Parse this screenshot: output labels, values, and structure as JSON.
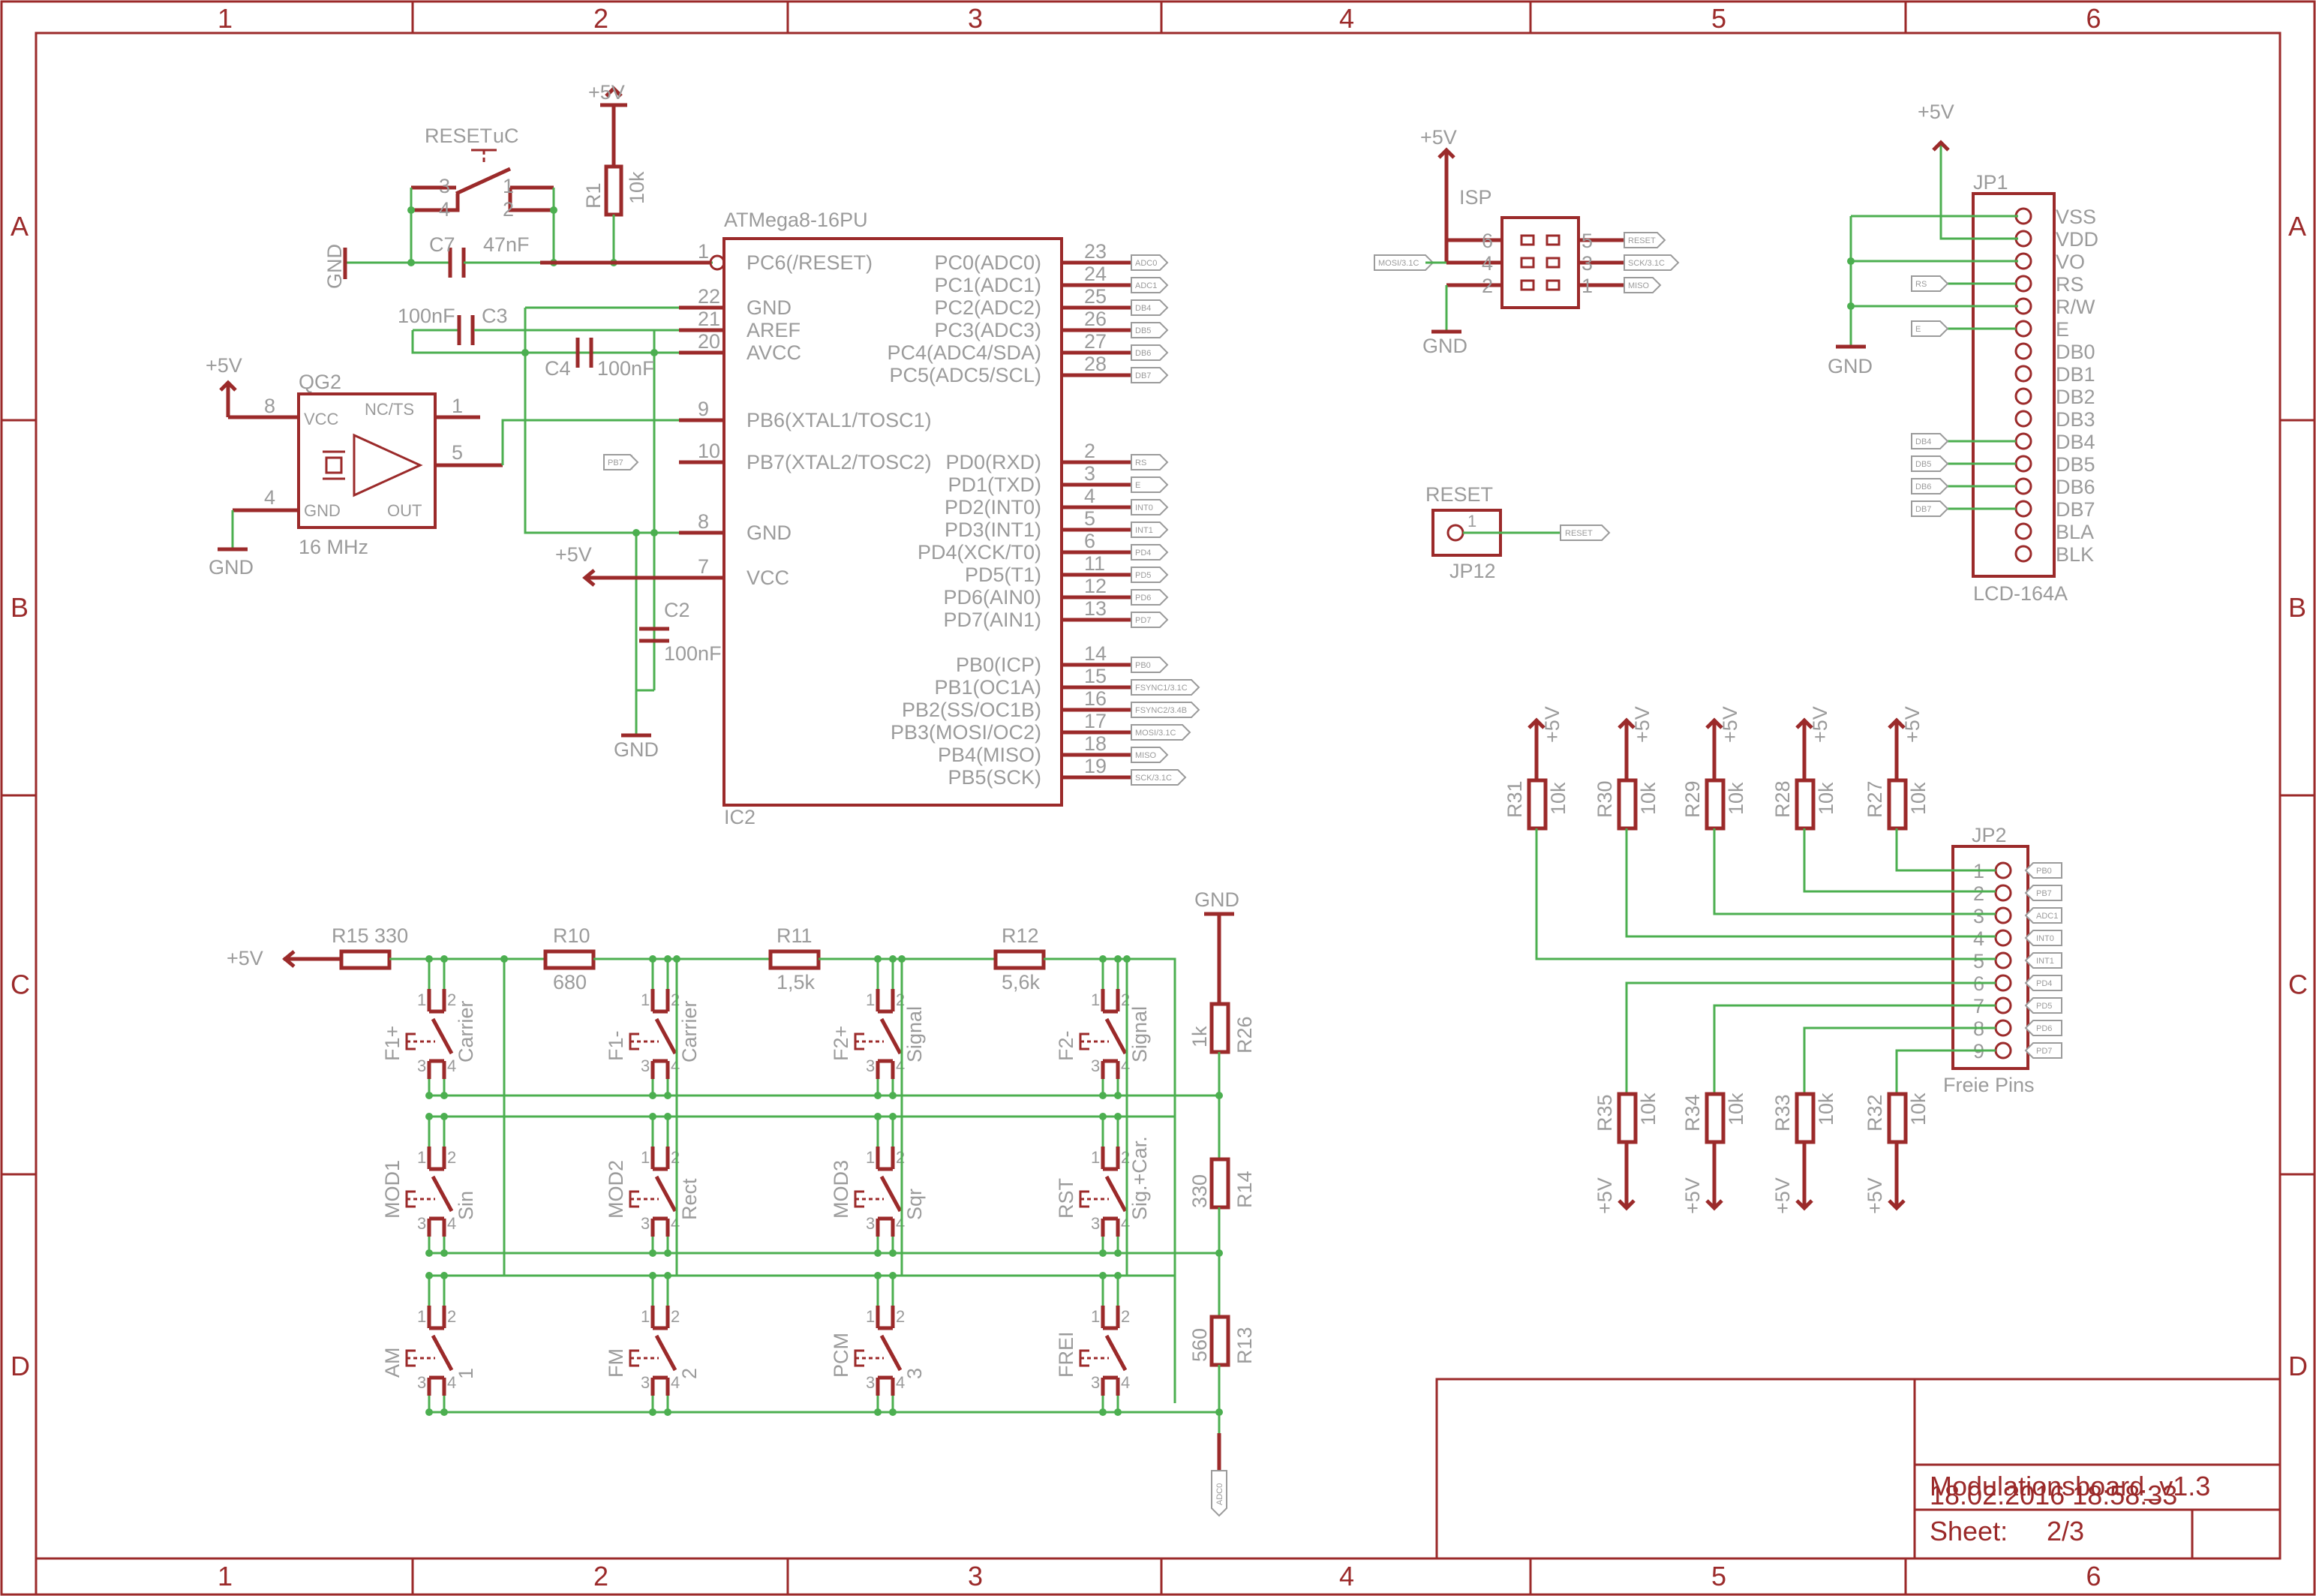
{
  "frame": {
    "columns": [
      "1",
      "2",
      "3",
      "4",
      "5",
      "6"
    ],
    "rows": [
      "A",
      "B",
      "C",
      "D"
    ]
  },
  "title_block": {
    "title": "Modulationsboard_v1.3",
    "date": "18.02.2016 18:58:33",
    "sheet_label": "Sheet:",
    "sheet_value": "2/3"
  },
  "mcu": {
    "name": "ATMega8-16PU",
    "ref": "IC2",
    "left_pins": [
      {
        "num": "1",
        "name": "PC6(/RESET)"
      },
      {
        "num": "22",
        "name": "GND"
      },
      {
        "num": "21",
        "name": "AREF"
      },
      {
        "num": "20",
        "name": "AVCC"
      },
      {
        "num": "9",
        "name": "PB6(XTAL1/TOSC1)"
      },
      {
        "num": "10",
        "name": "PB7(XTAL2/TOSC2)"
      },
      {
        "num": "8",
        "name": "GND"
      },
      {
        "num": "7",
        "name": "VCC"
      }
    ],
    "right_pins": [
      {
        "num": "23",
        "name": "PC0(ADC0)",
        "net": "ADC0"
      },
      {
        "num": "24",
        "name": "PC1(ADC1)",
        "net": "ADC1"
      },
      {
        "num": "25",
        "name": "PC2(ADC2)",
        "net": "DB4"
      },
      {
        "num": "26",
        "name": "PC3(ADC3)",
        "net": "DB5"
      },
      {
        "num": "27",
        "name": "PC4(ADC4/SDA)",
        "net": "DB6"
      },
      {
        "num": "28",
        "name": "PC5(ADC5/SCL)",
        "net": "DB7"
      },
      {
        "num": "2",
        "name": "PD0(RXD)",
        "net": "RS"
      },
      {
        "num": "3",
        "name": "PD1(TXD)",
        "net": "E"
      },
      {
        "num": "4",
        "name": "PD2(INT0)",
        "net": "INT0"
      },
      {
        "num": "5",
        "name": "PD3(INT1)",
        "net": "INT1"
      },
      {
        "num": "6",
        "name": "PD4(XCK/T0)",
        "net": "PD4"
      },
      {
        "num": "11",
        "name": "PD5(T1)",
        "net": "PD5"
      },
      {
        "num": "12",
        "name": "PD6(AIN0)",
        "net": "PD6"
      },
      {
        "num": "13",
        "name": "PD7(AIN1)",
        "net": "PD7"
      },
      {
        "num": "14",
        "name": "PB0(ICP)",
        "net": "PB0"
      },
      {
        "num": "15",
        "name": "PB1(OC1A)",
        "net": "FSYNC1/3.1C"
      },
      {
        "num": "16",
        "name": "PB2(SS/OC1B)",
        "net": "FSYNC2/3.4B"
      },
      {
        "num": "17",
        "name": "PB3(MOSI/OC2)",
        "net": "MOSI/3.1C"
      },
      {
        "num": "18",
        "name": "PB4(MISO)",
        "net": "MISO"
      },
      {
        "num": "19",
        "name": "PB5(SCK)",
        "net": "SCK/3.1C"
      }
    ],
    "pb7_net": "PB7"
  },
  "power": {
    "vcc": "+5V",
    "gnd": "GND"
  },
  "reset_circuit": {
    "switch_name": "RESET",
    "switch_tag": "uC",
    "switch_pins": [
      "3",
      "4",
      "1",
      "2"
    ],
    "r1_name": "R1",
    "r1_value": "10k",
    "c7_name": "C7",
    "c7_value": "47nF"
  },
  "caps": {
    "c3_name": "C3",
    "c3_value": "100nF",
    "c4_name": "C4",
    "c4_value": "100nF",
    "c2_name": "C2",
    "c2_value": "100nF"
  },
  "oscillator": {
    "name": "QG2",
    "freq": "16 MHz",
    "pin_vcc": "VCC",
    "pin_gnd": "GND",
    "pin_nc": "NC/TS",
    "pin_out": "OUT",
    "pin8": "8",
    "pin4": "4",
    "pin1": "1",
    "pin5": "5"
  },
  "isp": {
    "name": "ISP",
    "pins_left": [
      "6",
      "4",
      "2"
    ],
    "pins_right": [
      "5",
      "3",
      "1"
    ],
    "net_left": "MOSI/3.1C",
    "nets_right": [
      "RESET",
      "SCK/3.1C",
      "MISO"
    ]
  },
  "jp12": {
    "title": "RESET",
    "ref": "JP12",
    "pin": "1",
    "net": "RESET"
  },
  "lcd": {
    "ref": "JP1",
    "name": "LCD-164A",
    "pins": [
      "VSS",
      "VDD",
      "VO",
      "RS",
      "R/W",
      "E",
      "DB0",
      "DB1",
      "DB2",
      "DB3",
      "DB4",
      "DB5",
      "DB6",
      "DB7",
      "BLA",
      "BLK"
    ],
    "nets": {
      "RS": "RS",
      "E": "E",
      "DB4": "DB4",
      "DB5": "DB5",
      "DB6": "DB6",
      "DB7": "DB7"
    }
  },
  "jp2": {
    "ref": "JP2",
    "name": "Freie Pins",
    "pins": [
      "1",
      "2",
      "3",
      "4",
      "5",
      "6",
      "7",
      "8",
      "9"
    ],
    "nets": [
      "PB0",
      "PB7",
      "ADC1",
      "INT0",
      "INT1",
      "PD4",
      "PD5",
      "PD6",
      "PD7"
    ]
  },
  "pullups": [
    {
      "name": "R31",
      "value": "10k"
    },
    {
      "name": "R30",
      "value": "10k"
    },
    {
      "name": "R29",
      "value": "10k"
    },
    {
      "name": "R28",
      "value": "10k"
    },
    {
      "name": "R27",
      "value": "10k"
    }
  ],
  "pulldowns": [
    {
      "name": "R35",
      "value": "10k"
    },
    {
      "name": "R34",
      "value": "10k"
    },
    {
      "name": "R33",
      "value": "10k"
    },
    {
      "name": "R32",
      "value": "10k"
    }
  ],
  "ladder": {
    "r15": "R15 330",
    "r10_name": "R10",
    "r10_value": "680",
    "r11_name": "R11",
    "r11_value": "1,5k",
    "r12_name": "R12",
    "r12_value": "5,6k",
    "r26_name": "R26",
    "r26_value": "1k",
    "r14_name": "R14",
    "r14_value": "330",
    "r13_name": "R13",
    "r13_value": "560",
    "adc_net": "ADC0"
  },
  "switches": [
    [
      {
        "name": "F1+",
        "label": "Carrier"
      },
      {
        "name": "F1-",
        "label": "Carrier"
      },
      {
        "name": "F2+",
        "label": "Signal"
      },
      {
        "name": "F2-",
        "label": "Signal"
      }
    ],
    [
      {
        "name": "MOD1",
        "label": "Sin"
      },
      {
        "name": "MOD2",
        "label": "Rect"
      },
      {
        "name": "MOD3",
        "label": "Sqr"
      },
      {
        "name": "RST",
        "label": "Sig.+Car."
      }
    ],
    [
      {
        "name": "AM",
        "label": "1"
      },
      {
        "name": "FM",
        "label": "2"
      },
      {
        "name": "PCM",
        "label": "3"
      },
      {
        "name": "FREI",
        "label": ""
      }
    ]
  ],
  "switch_pins": [
    "1",
    "2",
    "3",
    "4"
  ]
}
